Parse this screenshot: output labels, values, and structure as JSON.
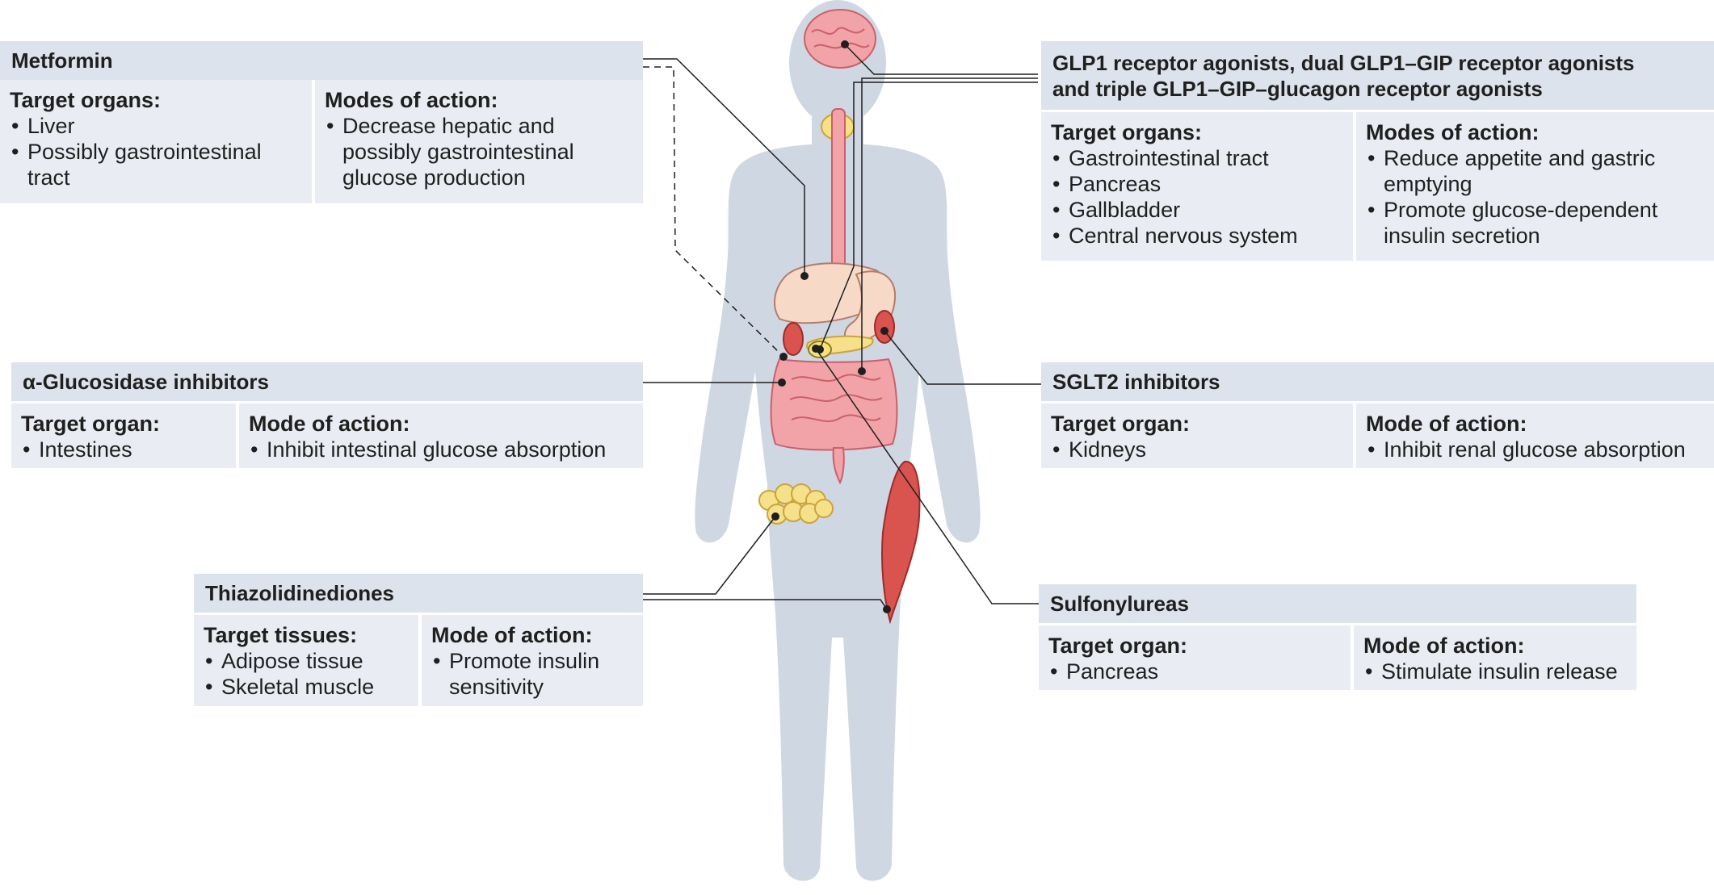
{
  "panels": {
    "metformin": {
      "title": "Metformin",
      "left_heading": "Target organs:",
      "left_items": [
        "Liver",
        "Possibly gastrointestinal tract"
      ],
      "right_heading": "Modes of action:",
      "right_items": [
        "Decrease hepatic and possibly gastrointestinal glucose production"
      ]
    },
    "glp1": {
      "title_line1": "GLP1 receptor agonists, dual GLP1–GIP receptor agonists",
      "title_line2": "and triple GLP1–GIP–glucagon receptor agonists",
      "left_heading": "Target organs:",
      "left_items": [
        "Gastrointestinal tract",
        "Pancreas",
        "Gallbladder",
        "Central nervous system"
      ],
      "right_heading": "Modes of action:",
      "right_items": [
        "Reduce appetite and gastric emptying",
        "Promote glucose-dependent insulin secretion"
      ]
    },
    "alpha_glucosidase": {
      "title": "α-Glucosidase inhibitors",
      "left_heading": "Target organ:",
      "left_items": [
        "Intestines"
      ],
      "right_heading": "Mode of action:",
      "right_items": [
        "Inhibit intestinal glucose absorption"
      ]
    },
    "sglt2": {
      "title": "SGLT2 inhibitors",
      "left_heading": "Target organ:",
      "left_items": [
        "Kidneys"
      ],
      "right_heading": "Mode of action:",
      "right_items": [
        "Inhibit renal glucose absorption"
      ]
    },
    "thiazolidinediones": {
      "title": "Thiazolidinediones",
      "left_heading": "Target tissues:",
      "left_items": [
        "Adipose tissue",
        "Skeletal muscle"
      ],
      "right_heading": "Mode of action:",
      "right_items": [
        "Promote insulin sensitivity"
      ]
    },
    "sulfonylureas": {
      "title": "Sulfonylureas",
      "left_heading": "Target organ:",
      "left_items": [
        "Pancreas"
      ],
      "right_heading": "Mode of action:",
      "right_items": [
        "Stimulate insulin release"
      ]
    }
  },
  "colors": {
    "title_bg": "#dde3ec",
    "body_bg": "#e9edf3",
    "silhouette": "#cfd7e3",
    "organ_pink": "#f2a3a8",
    "organ_outline": "#c9606a",
    "fat_yellow": "#f7e08a",
    "connector": "#1f1f1f"
  }
}
